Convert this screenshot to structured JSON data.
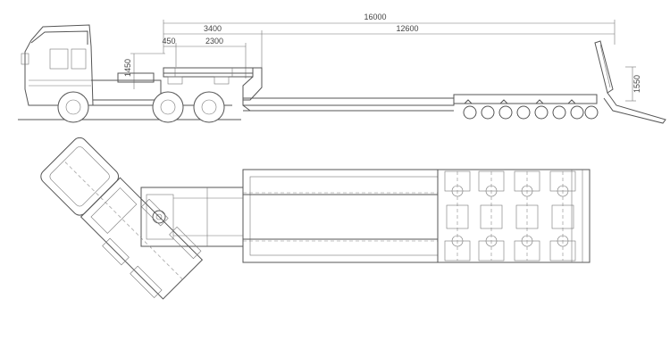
{
  "drawing": {
    "dimensions": {
      "overall_length": "16000",
      "gooseneck_length": "3400",
      "deck_length": "12600",
      "kingpin_offset": "450",
      "upper_deck_length": "2300",
      "gooseneck_height": "1450",
      "ramp_height": "1550"
    }
  }
}
